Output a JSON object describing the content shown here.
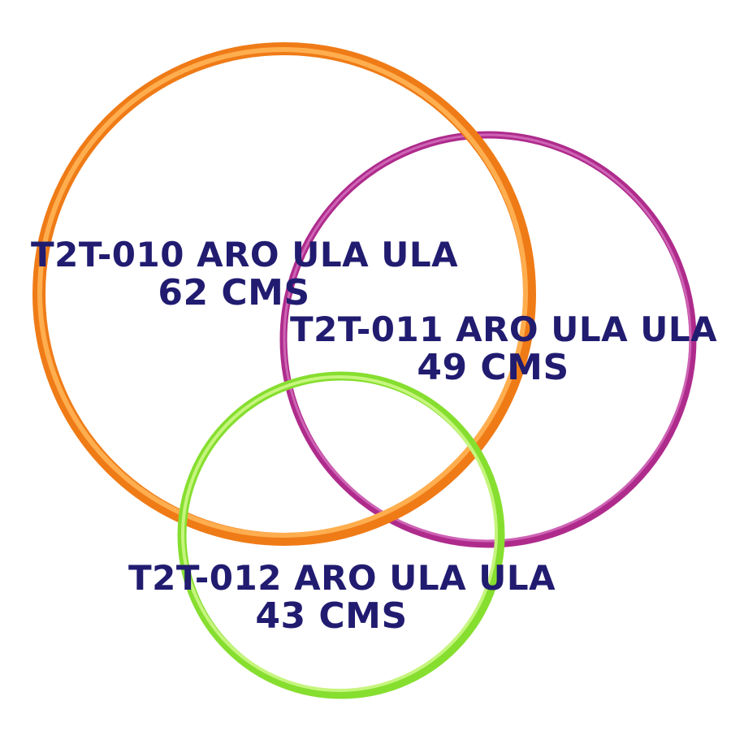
{
  "canvas": {
    "background": "#ffffff",
    "text_color": "#211C70"
  },
  "hoops": [
    {
      "name": "orange-hoop",
      "label": "T2T-010 ARO ULA ULA",
      "size": "62 CMS",
      "color": "#EF7B17",
      "highlight": "#FFAE4F"
    },
    {
      "name": "magenta-hoop",
      "label": "T2T-011 ARO ULA ULA",
      "size": "49 CMS",
      "color": "#AE2B8C",
      "highlight": "#CE63B4"
    },
    {
      "name": "green-hoop",
      "label": "T2T-012 ARO ULA ULA",
      "size": "43 CMS",
      "color": "#86DE2F",
      "highlight": "#C6F57E"
    }
  ]
}
